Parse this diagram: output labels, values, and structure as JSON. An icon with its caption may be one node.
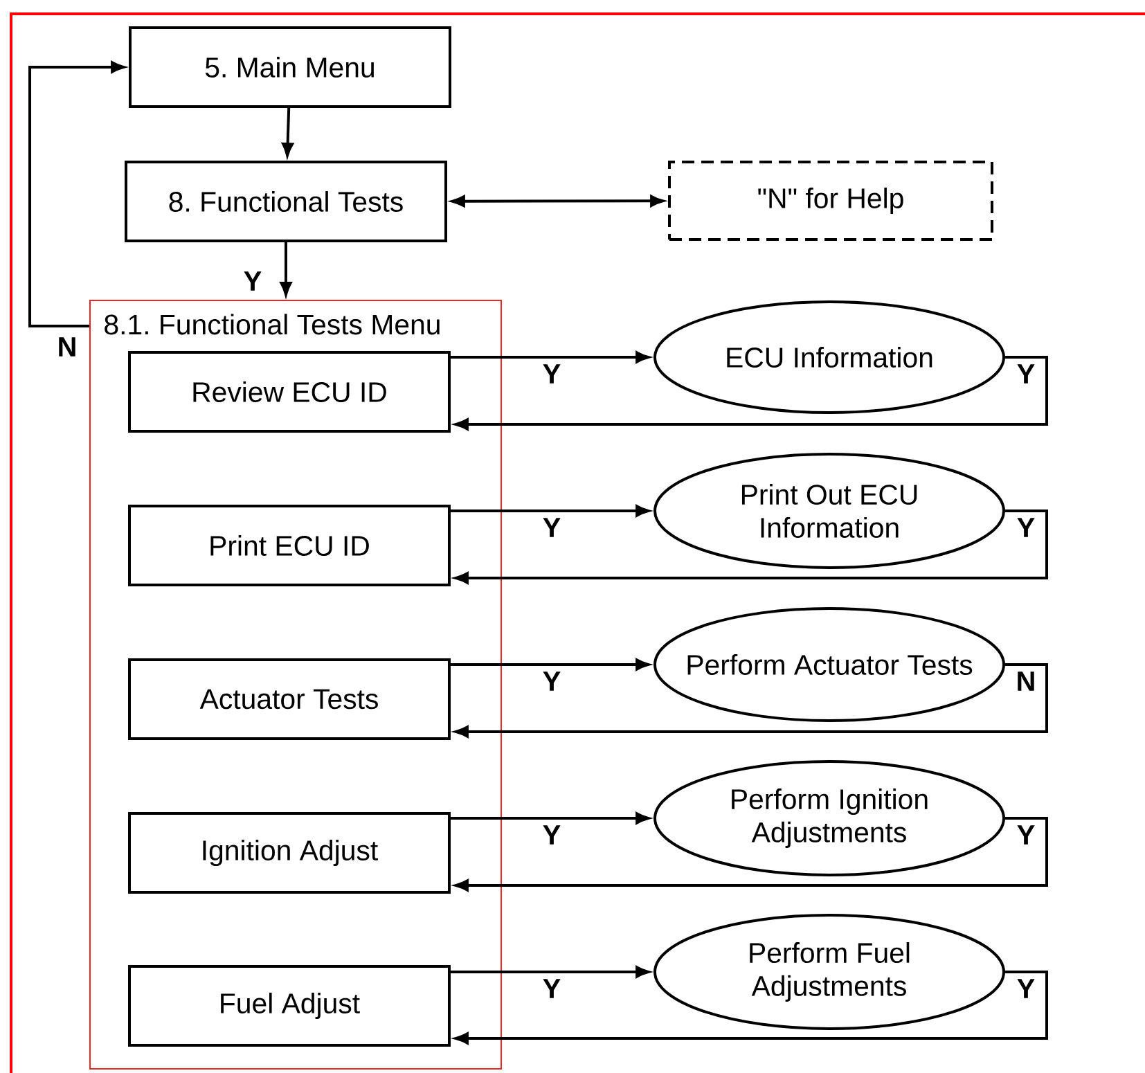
{
  "diagram": {
    "nodes": [
      {
        "text": [
          "5. Main Menu"
        ]
      },
      {
        "text": [
          "8. Functional Tests"
        ]
      },
      {
        "text": [
          "\"N\" for Help"
        ]
      },
      {
        "text": [
          "8.1. Functional Tests Menu"
        ]
      },
      {
        "text": [
          "Review ECU ID"
        ],
        "in": 3
      },
      {
        "text": [
          "ECU Information"
        ]
      },
      {
        "text": [
          "Print ECU ID"
        ],
        "in": 3
      },
      {
        "text": [
          "Print Out ECU Information"
        ]
      },
      {
        "text": [
          "Actuator Tests"
        ],
        "in": 3
      },
      {
        "text": [
          "Perform Actuator Tests"
        ]
      },
      {
        "text": [
          "Ignition Adjust"
        ],
        "in": 3
      },
      {
        "text": [
          "Perform Ignition Adjustments"
        ]
      },
      {
        "text": [
          "Fuel Adjust"
        ],
        "in": 3
      },
      {
        "text": [
          "Perform Fuel Adjustments"
        ]
      }
    ],
    "edges": [
      {
        "from": 0,
        "to": 1,
        "arrow": "to"
      },
      {
        "from": 1,
        "to": 2,
        "arrow": "both"
      },
      {
        "from": 1,
        "to": 3,
        "arrow": "to",
        "label": "Y"
      },
      {
        "from": 3,
        "to": 0,
        "arrow": "to",
        "label": "N"
      },
      {
        "from": 4,
        "to": 5,
        "arrow": "to",
        "label": "Y"
      },
      {
        "from": 5,
        "to": 4,
        "arrow": "to",
        "label": "Y"
      },
      {
        "from": 6,
        "to": 7,
        "arrow": "to",
        "label": "Y"
      },
      {
        "from": 7,
        "to": 6,
        "arrow": "to",
        "label": "Y"
      },
      {
        "from": 8,
        "to": 9,
        "arrow": "to",
        "label": "Y"
      },
      {
        "from": 9,
        "to": 8,
        "arrow": "to",
        "label": "N"
      },
      {
        "from": 10,
        "to": 11,
        "arrow": "to",
        "label": "Y"
      },
      {
        "from": 11,
        "to": 10,
        "arrow": "to",
        "label": "Y"
      },
      {
        "from": 12,
        "to": 13,
        "arrow": "to",
        "label": "Y"
      },
      {
        "from": 13,
        "to": 12,
        "arrow": "to",
        "label": "Y"
      }
    ]
  }
}
